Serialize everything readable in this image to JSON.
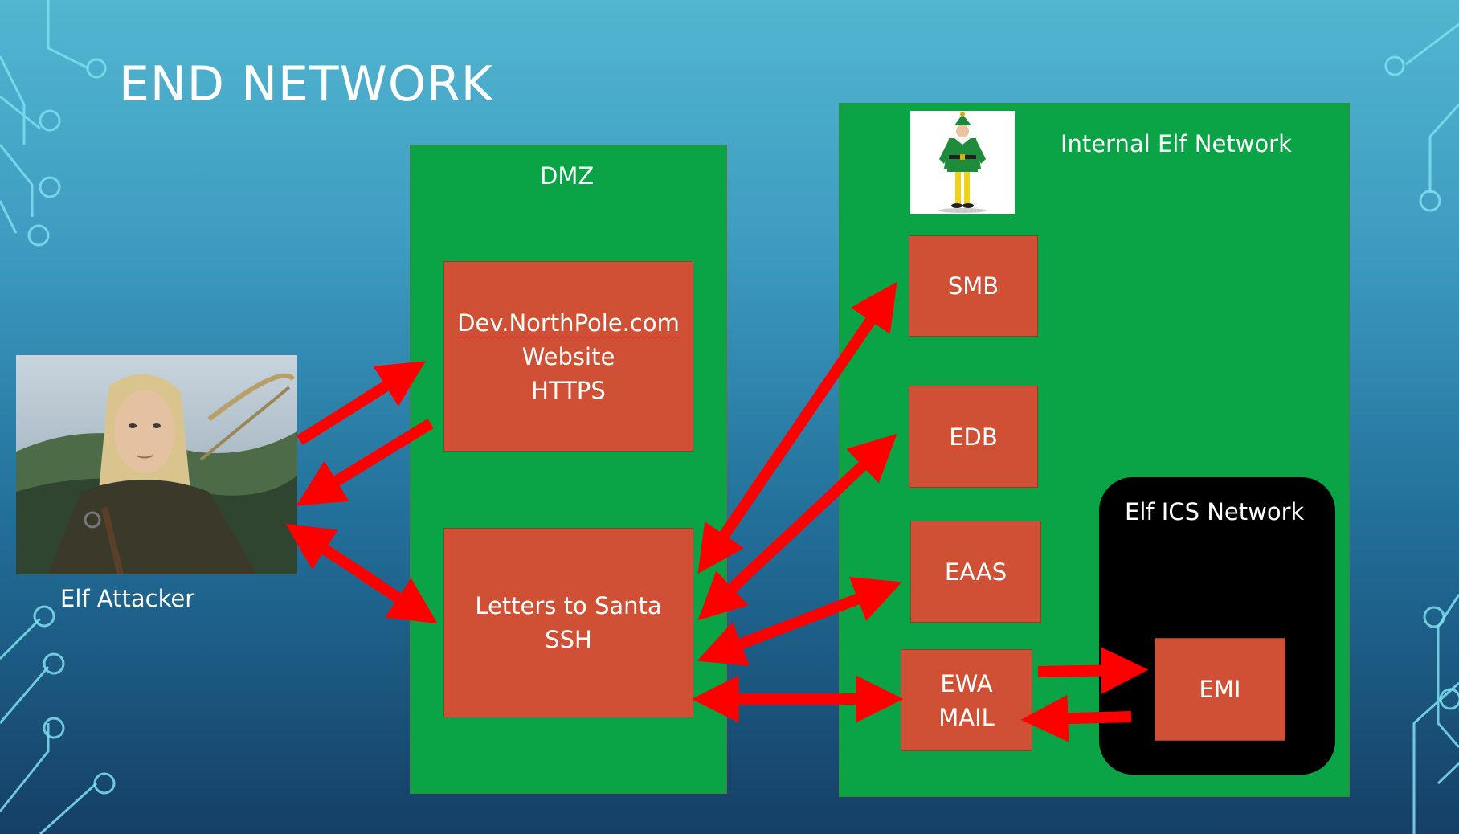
{
  "slide": {
    "title": "END NETWORK"
  },
  "zones": {
    "dmz": {
      "label": "DMZ"
    },
    "internal": {
      "label": "Internal Elf Network"
    },
    "ics": {
      "label": "Elf ICS Network"
    }
  },
  "nodes": {
    "web": {
      "line1": "Dev.NorthPole.com",
      "line2": "Website",
      "line3": "HTTPS"
    },
    "letters": {
      "line1": "Letters to Santa",
      "line2": "SSH"
    },
    "smb": {
      "label": "SMB"
    },
    "edb": {
      "label": "EDB"
    },
    "eaas": {
      "label": "EAAS"
    },
    "ewa": {
      "line1": "EWA",
      "line2": "MAIL"
    },
    "emi": {
      "label": "EMI"
    }
  },
  "attacker": {
    "caption": "Elf Attacker"
  },
  "colors": {
    "zone_green": "#0aa446",
    "node_red": "#d05036",
    "arrow_red": "#ff0000",
    "ics_black": "#000000"
  }
}
